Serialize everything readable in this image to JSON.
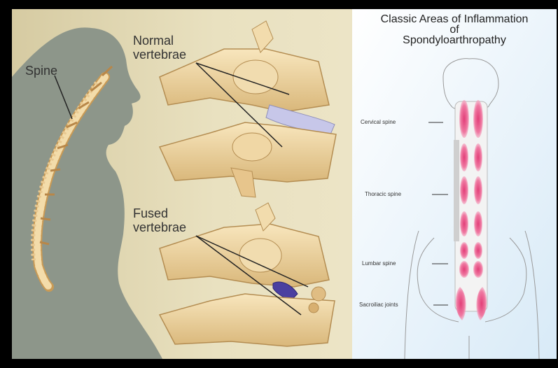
{
  "left_panel": {
    "spine_label": "Spine",
    "normal_label_line1": "Normal",
    "normal_label_line2": "vertebrae",
    "fused_label_line1": "Fused",
    "fused_label_line2": "vertebrae"
  },
  "right_panel": {
    "title_line1": "Classic Areas of Inflammation",
    "title_line2": "of",
    "title_line3": "Spondyloarthropathy",
    "regions": [
      "Cervical spine",
      "Thoracic spine",
      "Lumbar spine",
      "Sacroiliac joints"
    ]
  },
  "colors": {
    "left_background": "#E6DDB9",
    "silhouette": "#8C9588",
    "bone": "#F0D7A5",
    "disc": "#C8C8E6",
    "inflammation": "#E85A8A",
    "right_background": "#E2F0FA"
  }
}
